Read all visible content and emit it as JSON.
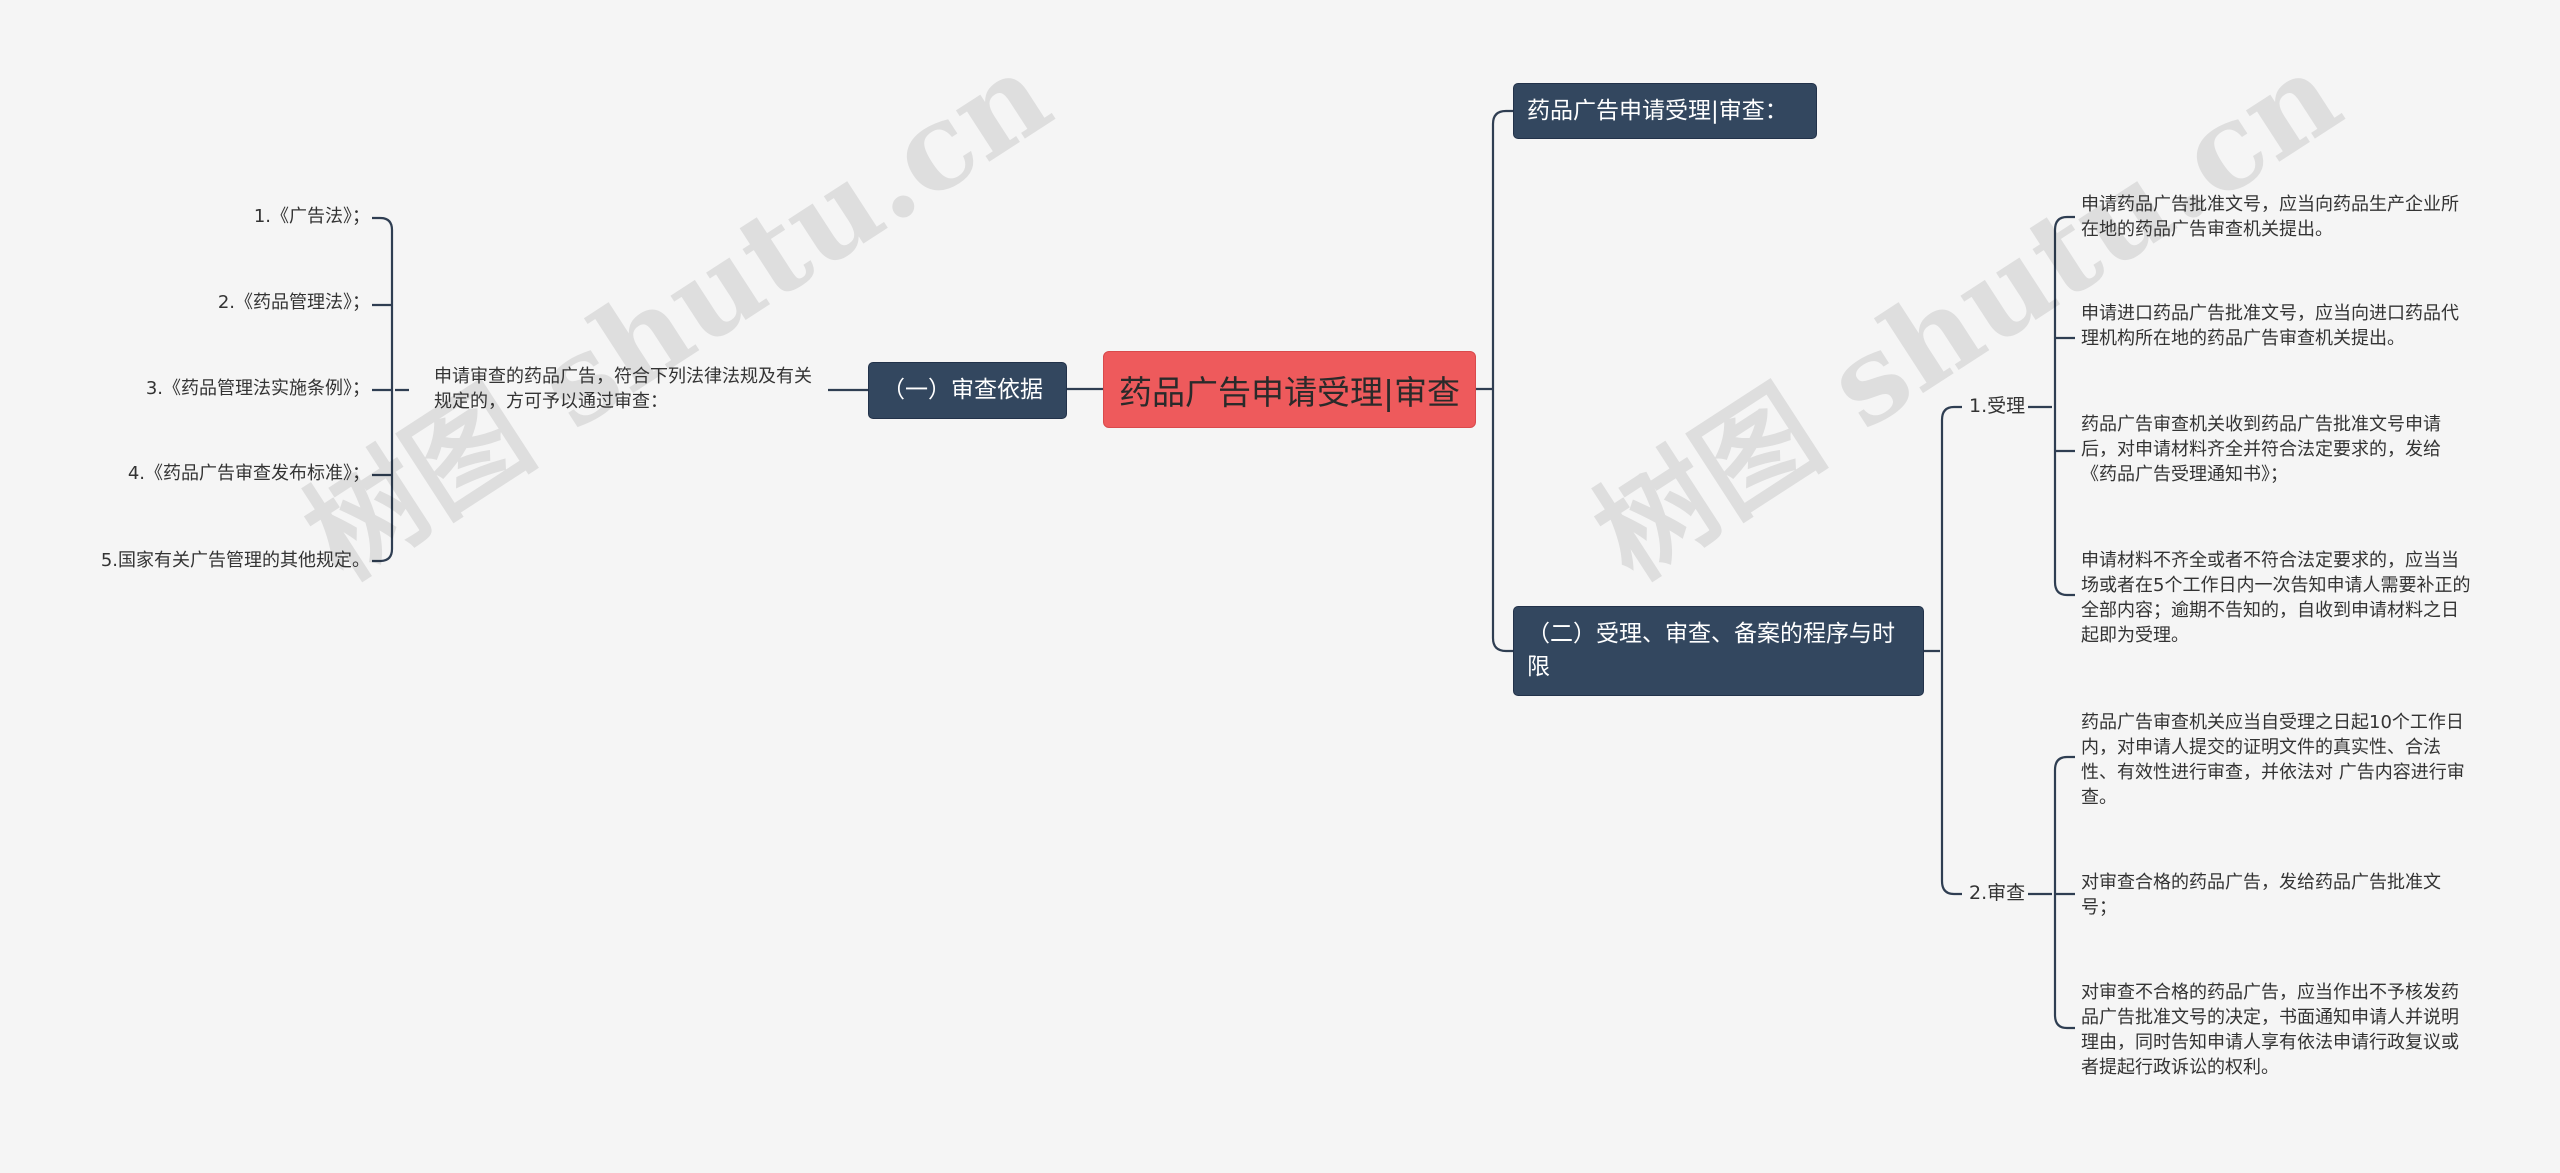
{
  "watermark": "树图 shutu.cn",
  "root": {
    "label": "药品广告申请受理|审查"
  },
  "top_node": {
    "label": "药品广告申请受理|审查："
  },
  "basis": {
    "label": "（一）审查依据",
    "intro": "申请审查的药品广告，符合下列法律法规及有关规定的，方可予以通过审查：",
    "items": [
      "1.《广告法》；",
      "2.《药品管理法》；",
      "3.《药品管理法实施条例》；",
      "4.《药品广告审查发布标准》；",
      "5.国家有关广告管理的其他规定。"
    ]
  },
  "procedure": {
    "label": "（二）受理、审查、备案的程序与时限",
    "acceptance": {
      "label": "1.受理",
      "items": [
        "申请药品广告批准文号，应当向药品生产企业所在地的药品广告审查机关提出。",
        "申请进口药品广告批准文号，应当向进口药品代理机构所在地的药品广告审查机关提出。",
        "药品广告审查机关收到药品广告批准文号申请后，对申请材料齐全并符合法定要求的，发给《药品广告受理通知书》；",
        "申请材料不齐全或者不符合法定要求的，应当当场或者在5个工作日内一次告知申请人需要补正的全部内容；逾期不告知的，自收到申请材料之日起即为受理。"
      ]
    },
    "review": {
      "label": "2.审查",
      "items": [
        "药品广告审查机关应当自受理之日起10个工作日内，对申请人提交的证明文件的真实性、合法性、有效性进行审查，并依法对 广告内容进行审查。",
        "对审查合格的药品广告，发给药品广告批准文号；",
        "对审查不合格的药品广告，应当作出不予核发药品广告批准文号的决定，书面通知申请人并说明理由，同时告知申请人享有依法申请行政复议或者提起行政诉讼的权利。"
      ]
    }
  }
}
